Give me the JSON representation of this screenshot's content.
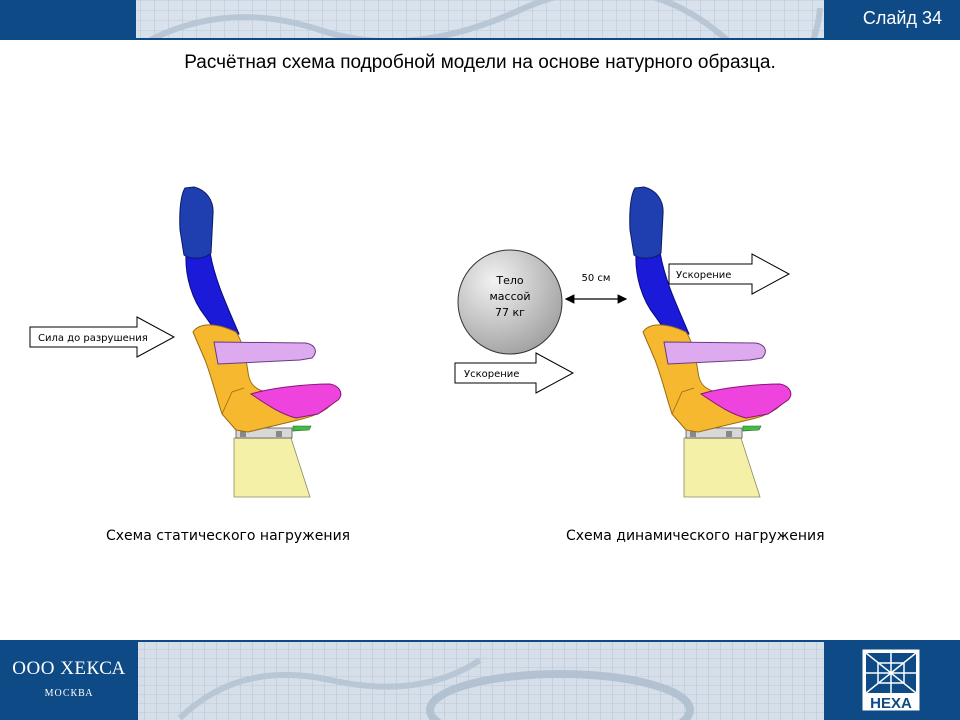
{
  "slide": {
    "label": "Слайд 34"
  },
  "title": "Расчётная схема подробной модели на основе натурного образца.",
  "static_scheme": {
    "force_label": "Сила до разрушения",
    "caption": "Схема статического нагружения"
  },
  "dynamic_scheme": {
    "body_line1": "Тело",
    "body_line2": "массой",
    "body_line3": "77 кг",
    "distance_label": "50 см",
    "acceleration_left": "Ускорение",
    "acceleration_right": "Ускорение",
    "caption": "Схема динамического нагружения"
  },
  "footer": {
    "company": "ООО ХЕКСА",
    "city": "МОСКВА",
    "logo_text": "HEXA"
  },
  "colors": {
    "brand_blue": "#0d4a86",
    "headrest": "#1f3fb0",
    "back": "#1a1ad8",
    "frame": "#f5b82e",
    "armrest": "#ddaaf0",
    "cushion": "#ee44dd",
    "base": "#f5f0a8"
  }
}
